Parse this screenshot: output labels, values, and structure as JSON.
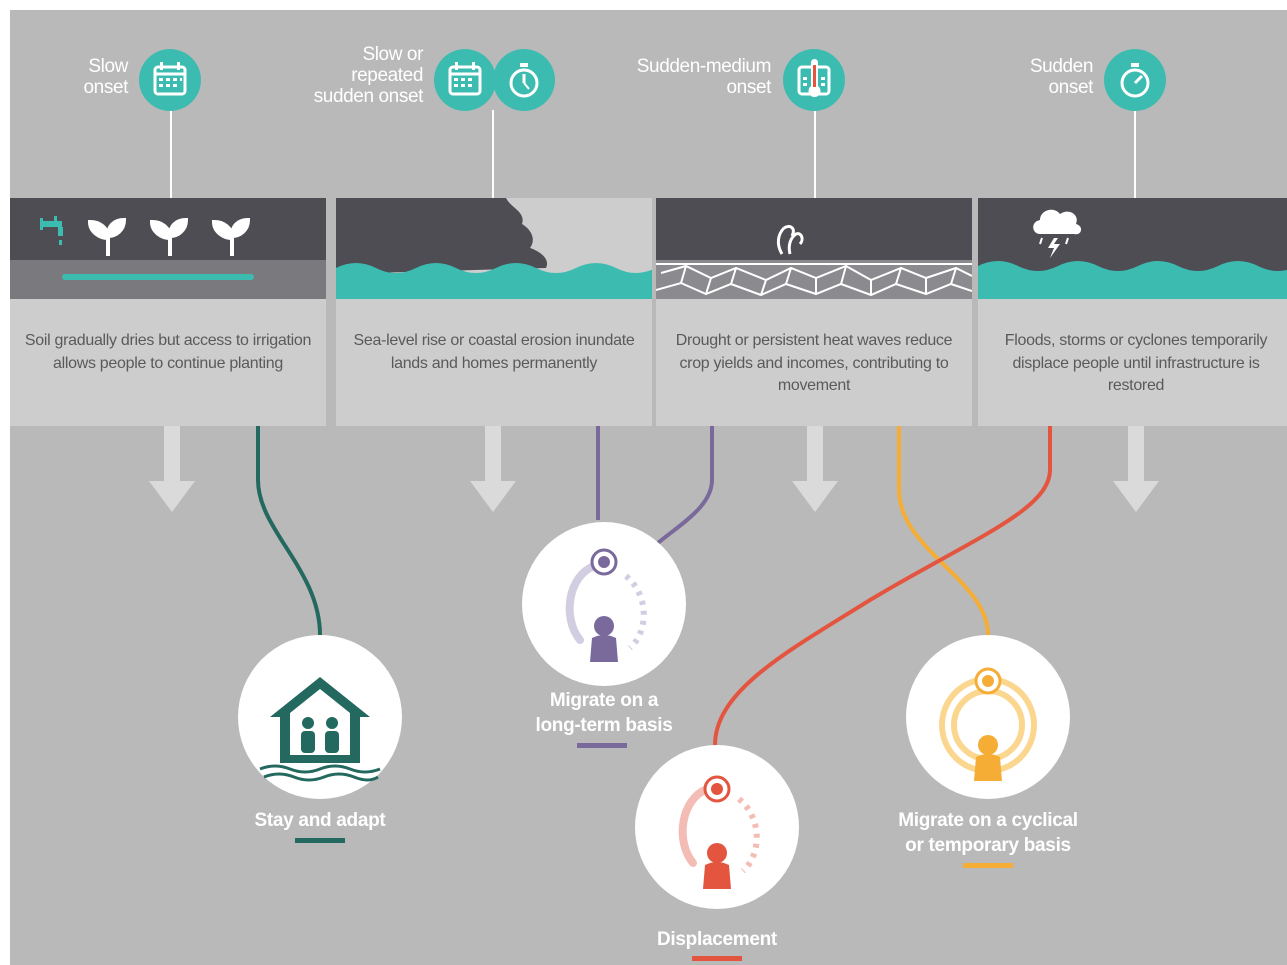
{
  "colors": {
    "background": "#b9b9b9",
    "panel": "#cdcdcd",
    "panel_dark": "#4d4d53",
    "teal": "#3cbcb1",
    "stay": "#23695f",
    "long_term": "#7a6a9c",
    "displacement": "#e45540",
    "cyclical": "#f5ad35",
    "text_white": "#ffffff",
    "text_grey": "#5a5a5a"
  },
  "timelines": [
    {
      "label": "Slow\nonset",
      "icons": [
        "calendar-icon"
      ]
    },
    {
      "label": "Slow or\nrepeated\nsudden onset",
      "icons": [
        "calendar-icon",
        "stopwatch-icon"
      ]
    },
    {
      "label": "Sudden-medium\nonset",
      "icons": [
        "thermometer-calendar-icon"
      ]
    },
    {
      "label": "Sudden\nonset",
      "icons": [
        "stopwatch-icon"
      ]
    }
  ],
  "scenarios": [
    {
      "text": "Soil gradually dries but access to irrigation allows people to continue planting",
      "icon": "irrigation-plants-icon"
    },
    {
      "text": "Sea-level rise or coastal erosion inundate lands and homes permanently",
      "icon": "sea-level-rise-icon"
    },
    {
      "text": "Drought or persistent heat waves reduce crop yields and incomes, contributing to movement",
      "icon": "drought-cracked-soil-icon"
    },
    {
      "text": "Floods, storms or cyclones temporarily displace people until infrastructure is restored",
      "icon": "storm-flood-icon"
    }
  ],
  "outcomes": {
    "stay": {
      "label": "Stay and adapt",
      "icon": "house-family-icon"
    },
    "long_term": {
      "label": "Migrate on a\nlong-term basis",
      "icon": "long-term-migration-icon"
    },
    "displacement": {
      "label": "Displacement",
      "icon": "displacement-icon"
    },
    "cyclical": {
      "label": "Migrate on a cyclical\nor temporary basis",
      "icon": "cyclical-migration-icon"
    }
  }
}
